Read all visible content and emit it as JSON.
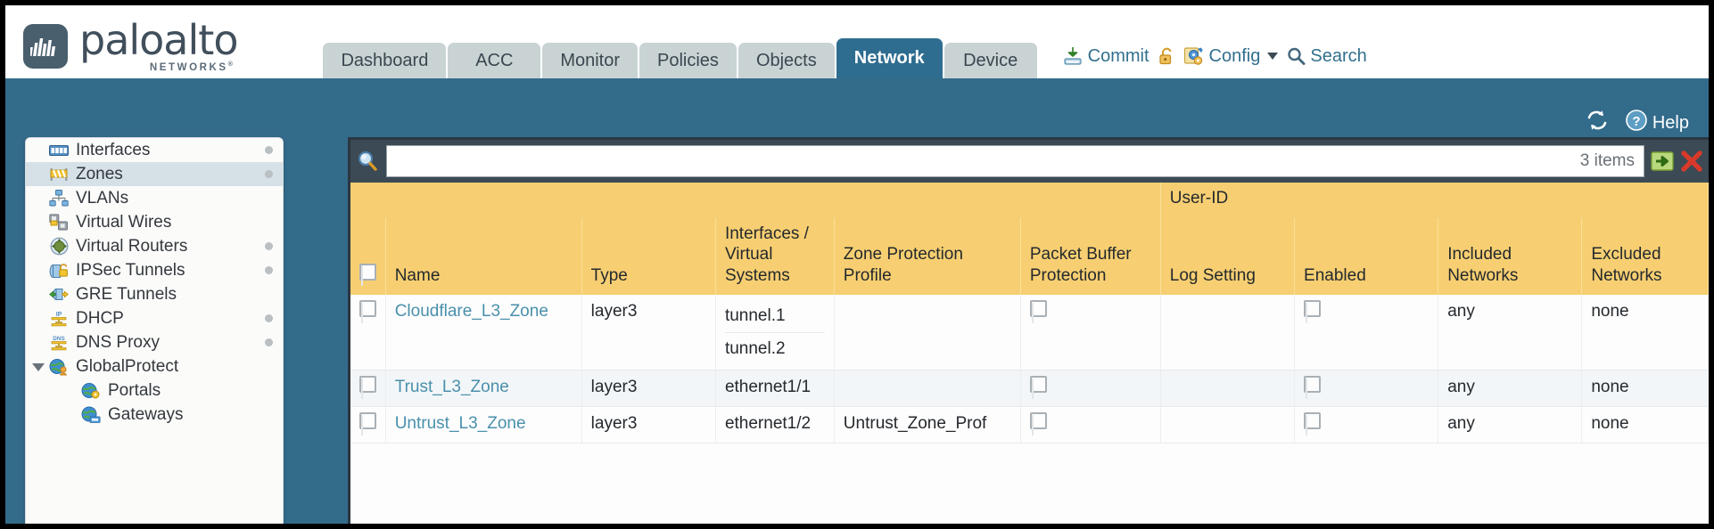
{
  "brand": {
    "name": "paloalto",
    "tagline": "NETWORKS",
    "registered": "®",
    "logo_color": "#4a5f6e",
    "accent_color": "#2e6d90"
  },
  "tabs": [
    {
      "label": "Dashboard",
      "active": false
    },
    {
      "label": "ACC",
      "active": false
    },
    {
      "label": "Monitor",
      "active": false
    },
    {
      "label": "Policies",
      "active": false
    },
    {
      "label": "Objects",
      "active": false
    },
    {
      "label": "Network",
      "active": true
    },
    {
      "label": "Device",
      "active": false
    }
  ],
  "header_actions": {
    "commit": "Commit",
    "config": "Config",
    "search": "Search",
    "lock_icon": "padlock-icon"
  },
  "band_tools": {
    "refresh_label": "",
    "help": "Help"
  },
  "sidebar": {
    "items": [
      {
        "label": "Interfaces",
        "icon": "interfaces-icon",
        "selected": false,
        "dot": true,
        "child": false,
        "expander": false
      },
      {
        "label": "Zones",
        "icon": "zones-icon",
        "selected": true,
        "dot": true,
        "child": false,
        "expander": false
      },
      {
        "label": "VLANs",
        "icon": "vlans-icon",
        "selected": false,
        "dot": false,
        "child": false,
        "expander": false
      },
      {
        "label": "Virtual Wires",
        "icon": "virtual-wires-icon",
        "selected": false,
        "dot": false,
        "child": false,
        "expander": false
      },
      {
        "label": "Virtual Routers",
        "icon": "virtual-routers-icon",
        "selected": false,
        "dot": true,
        "child": false,
        "expander": false
      },
      {
        "label": "IPSec Tunnels",
        "icon": "ipsec-tunnels-icon",
        "selected": false,
        "dot": true,
        "child": false,
        "expander": false
      },
      {
        "label": "GRE Tunnels",
        "icon": "gre-tunnels-icon",
        "selected": false,
        "dot": false,
        "child": false,
        "expander": false
      },
      {
        "label": "DHCP",
        "icon": "dhcp-icon",
        "selected": false,
        "dot": true,
        "child": false,
        "expander": false
      },
      {
        "label": "DNS Proxy",
        "icon": "dns-proxy-icon",
        "selected": false,
        "dot": true,
        "child": false,
        "expander": false
      },
      {
        "label": "GlobalProtect",
        "icon": "globalprotect-icon",
        "selected": false,
        "dot": false,
        "child": false,
        "expander": true
      },
      {
        "label": "Portals",
        "icon": "portals-icon",
        "selected": false,
        "dot": false,
        "child": true,
        "expander": false
      },
      {
        "label": "Gateways",
        "icon": "gateways-icon",
        "selected": false,
        "dot": false,
        "child": true,
        "expander": false
      }
    ]
  },
  "search": {
    "value": "",
    "placeholder": "",
    "item_count": "3 items",
    "apply_icon": "green-arrow-icon",
    "clear_icon": "red-x-icon"
  },
  "table": {
    "group_header": "User-ID",
    "columns": [
      "Name",
      "Type",
      "Interfaces / Virtual Systems",
      "Zone Protection Profile",
      "Packet Buffer Protection",
      "Log Setting",
      "Enabled",
      "Included Networks",
      "Excluded Networks"
    ],
    "rows": [
      {
        "selected": false,
        "name": "Cloudflare_L3_Zone",
        "type": "layer3",
        "interfaces": [
          "tunnel.1",
          "tunnel.2"
        ],
        "zone_protection_profile": "",
        "packet_buffer_protection": false,
        "log_setting": "",
        "userid_enabled": false,
        "included_networks": "any",
        "excluded_networks": "none"
      },
      {
        "selected": false,
        "name": "Trust_L3_Zone",
        "type": "layer3",
        "interfaces": [
          "ethernet1/1"
        ],
        "zone_protection_profile": "",
        "packet_buffer_protection": false,
        "log_setting": "",
        "userid_enabled": false,
        "included_networks": "any",
        "excluded_networks": "none"
      },
      {
        "selected": false,
        "name": "Untrust_L3_Zone",
        "type": "layer3",
        "interfaces": [
          "ethernet1/2"
        ],
        "zone_protection_profile": "Untrust_Zone_Prof",
        "packet_buffer_protection": false,
        "log_setting": "",
        "userid_enabled": false,
        "included_networks": "any",
        "excluded_networks": "none"
      }
    ]
  },
  "colors": {
    "band_blue": "#336b8b",
    "header_gold": "#f7cf72",
    "group_gold": "#e6b44a",
    "link_teal": "#4a90ab",
    "panel_dark": "#3c4a55"
  }
}
